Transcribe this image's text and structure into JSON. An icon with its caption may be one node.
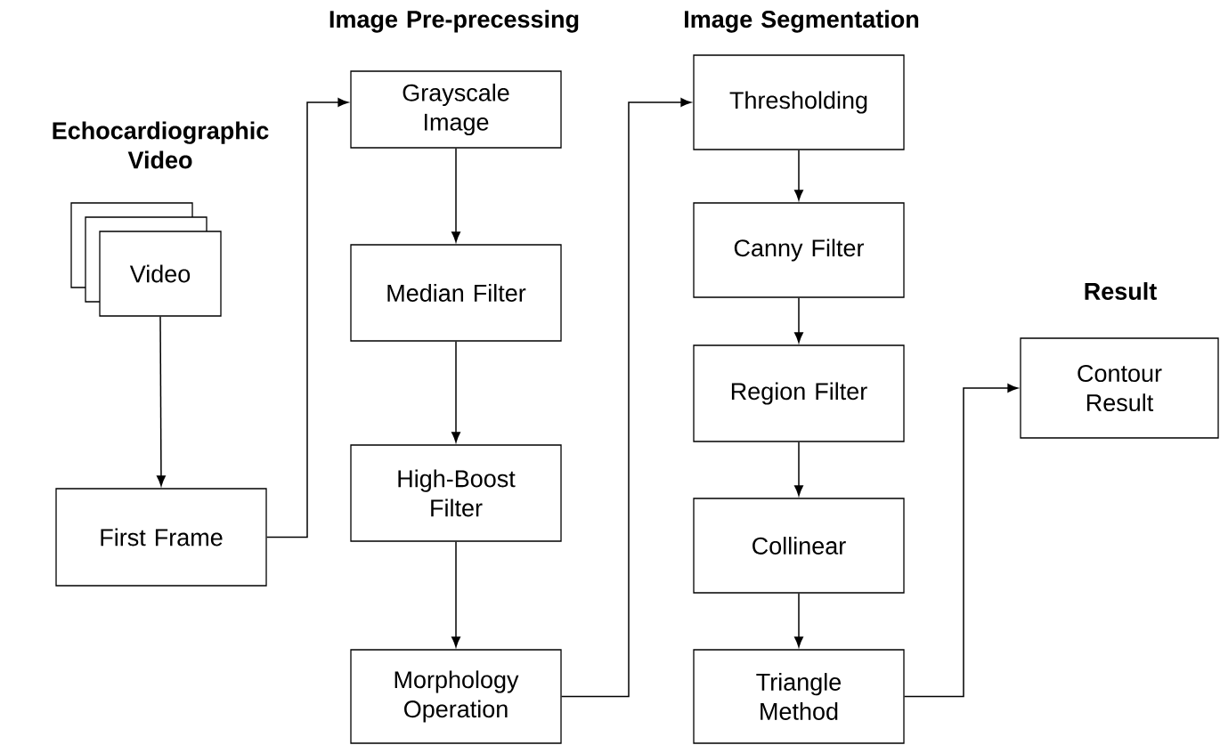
{
  "diagram": {
    "nodes": [
      {
        "text": [
          "Video"
        ]
      },
      {
        "text": [
          "First Frame"
        ]
      },
      {
        "text": [
          "Grayscale Image"
        ]
      },
      {
        "text": [
          "Median Filter"
        ]
      },
      {
        "text": [
          "High-Boost Filter"
        ]
      },
      {
        "text": [
          "Morphology Operation"
        ]
      },
      {
        "text": [
          "Thresholding"
        ]
      },
      {
        "text": [
          "Canny Filter"
        ]
      },
      {
        "text": [
          "Region Filter"
        ]
      },
      {
        "text": [
          "Collinear"
        ]
      },
      {
        "text": [
          "Triangle Method"
        ]
      },
      {
        "text": [
          "Contour Result"
        ]
      }
    ],
    "edges": [
      {
        "from": 0,
        "to": 1,
        "arrow": "to"
      },
      {
        "from": 1,
        "to": 2,
        "arrow": "to"
      },
      {
        "from": 2,
        "to": 3,
        "arrow": "to"
      },
      {
        "from": 3,
        "to": 4,
        "arrow": "to"
      },
      {
        "from": 4,
        "to": 5,
        "arrow": "to"
      },
      {
        "from": 5,
        "to": 6,
        "arrow": "to"
      },
      {
        "from": 6,
        "to": 7,
        "arrow": "to"
      },
      {
        "from": 7,
        "to": 8,
        "arrow": "to"
      },
      {
        "from": 8,
        "to": 9,
        "arrow": "to"
      },
      {
        "from": 9,
        "to": 10,
        "arrow": "to"
      },
      {
        "from": 10,
        "to": 11,
        "arrow": "to"
      }
    ],
    "labels": [
      "Image Pre-precessing",
      "Image Segmentation",
      "Echocardiographic Video",
      "Result"
    ]
  }
}
